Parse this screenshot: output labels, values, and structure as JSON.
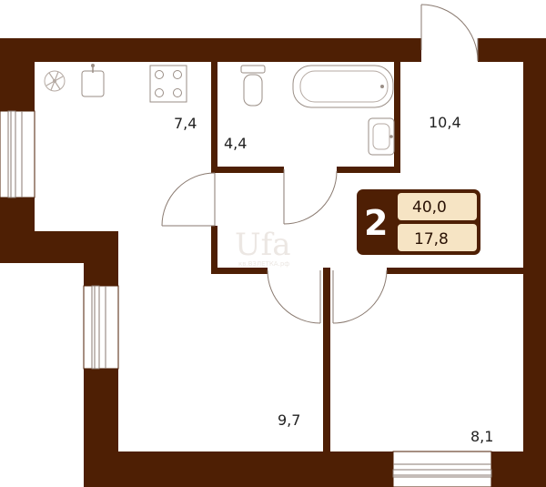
{
  "colors": {
    "wall": "#4e1f04",
    "badge": "#4e1f04",
    "badge_light": "#f6e4c4"
  },
  "apartment": {
    "rooms": "2",
    "total_area": "40,0",
    "living_area": "17,8"
  },
  "room_areas": {
    "kitchen": "7,4",
    "bathroom": "4,4",
    "hall": "10,4",
    "room_left": "9,7",
    "room_right": "8,1"
  },
  "watermark": {
    "logo": "Ufa",
    "site": "кв.ВЗЛЕТКА.рф"
  },
  "icons": [
    "fan-icon",
    "sink-icon",
    "stove-icon",
    "toilet-icon",
    "bathtub-icon",
    "washbasin-icon"
  ]
}
